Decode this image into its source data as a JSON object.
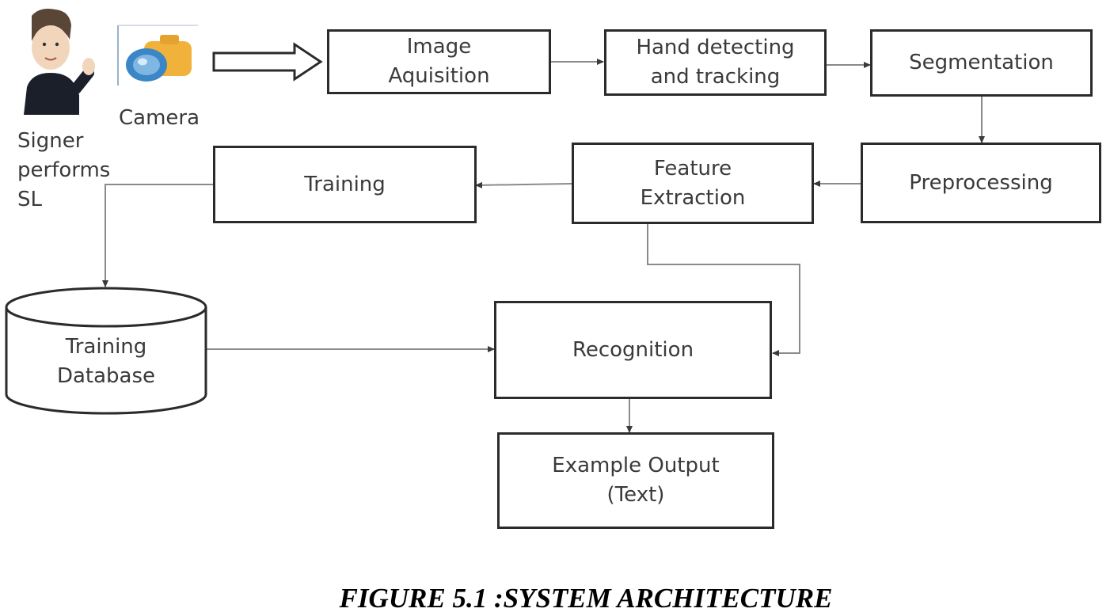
{
  "actors": {
    "signer_label": "Signer\nperforms\nSL",
    "camera_label": "Camera"
  },
  "boxes": {
    "image_acquisition": "Image\nAquisition",
    "hand_detecting": "Hand detecting\nand tracking",
    "segmentation": "Segmentation",
    "preprocessing": "Preprocessing",
    "feature_extraction": "Feature\nExtraction",
    "training": "Training",
    "training_database": "Training\nDatabase",
    "recognition": "Recognition",
    "example_output": "Example Output\n(Text)"
  },
  "caption": "FIGURE 5.1 :SYSTEM ARCHITECTURE",
  "colors": {
    "line": "#8a8a8a",
    "border": "#2b2b2b",
    "text": "#3a3a3a"
  }
}
